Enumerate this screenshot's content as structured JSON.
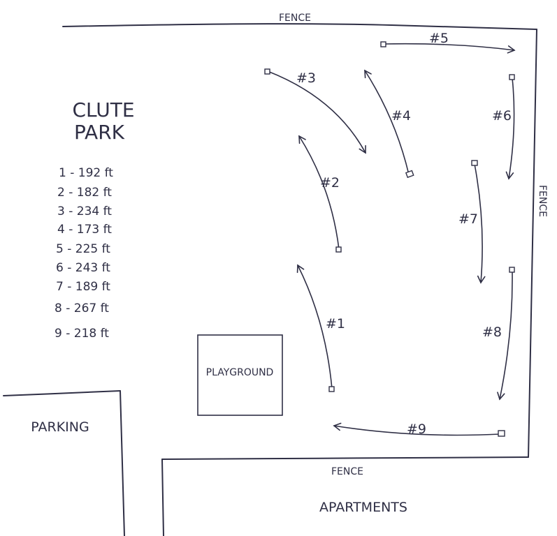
{
  "park": {
    "title_line1": "CLUTE",
    "title_line2": "PARK"
  },
  "distances": [
    "1 - 192 ft",
    "2 - 182 ft",
    "3 - 234 ft",
    "4 - 173 ft",
    "5 - 225 ft",
    "6 - 243 ft",
    "7 - 189 ft",
    "8 - 267 ft",
    "9 - 218 ft"
  ],
  "labels": {
    "fence_top": "FENCE",
    "fence_right": "FENCE",
    "fence_bottom": "FENCE",
    "playground": "PLAYGROUND",
    "parking": "PARKING",
    "apartments": "APARTMENTS"
  },
  "holes": [
    {
      "label": "#1"
    },
    {
      "label": "#2"
    },
    {
      "label": "#3"
    },
    {
      "label": "#4"
    },
    {
      "label": "#5"
    },
    {
      "label": "#6"
    },
    {
      "label": "#7"
    },
    {
      "label": "#8"
    },
    {
      "label": "#9"
    }
  ]
}
